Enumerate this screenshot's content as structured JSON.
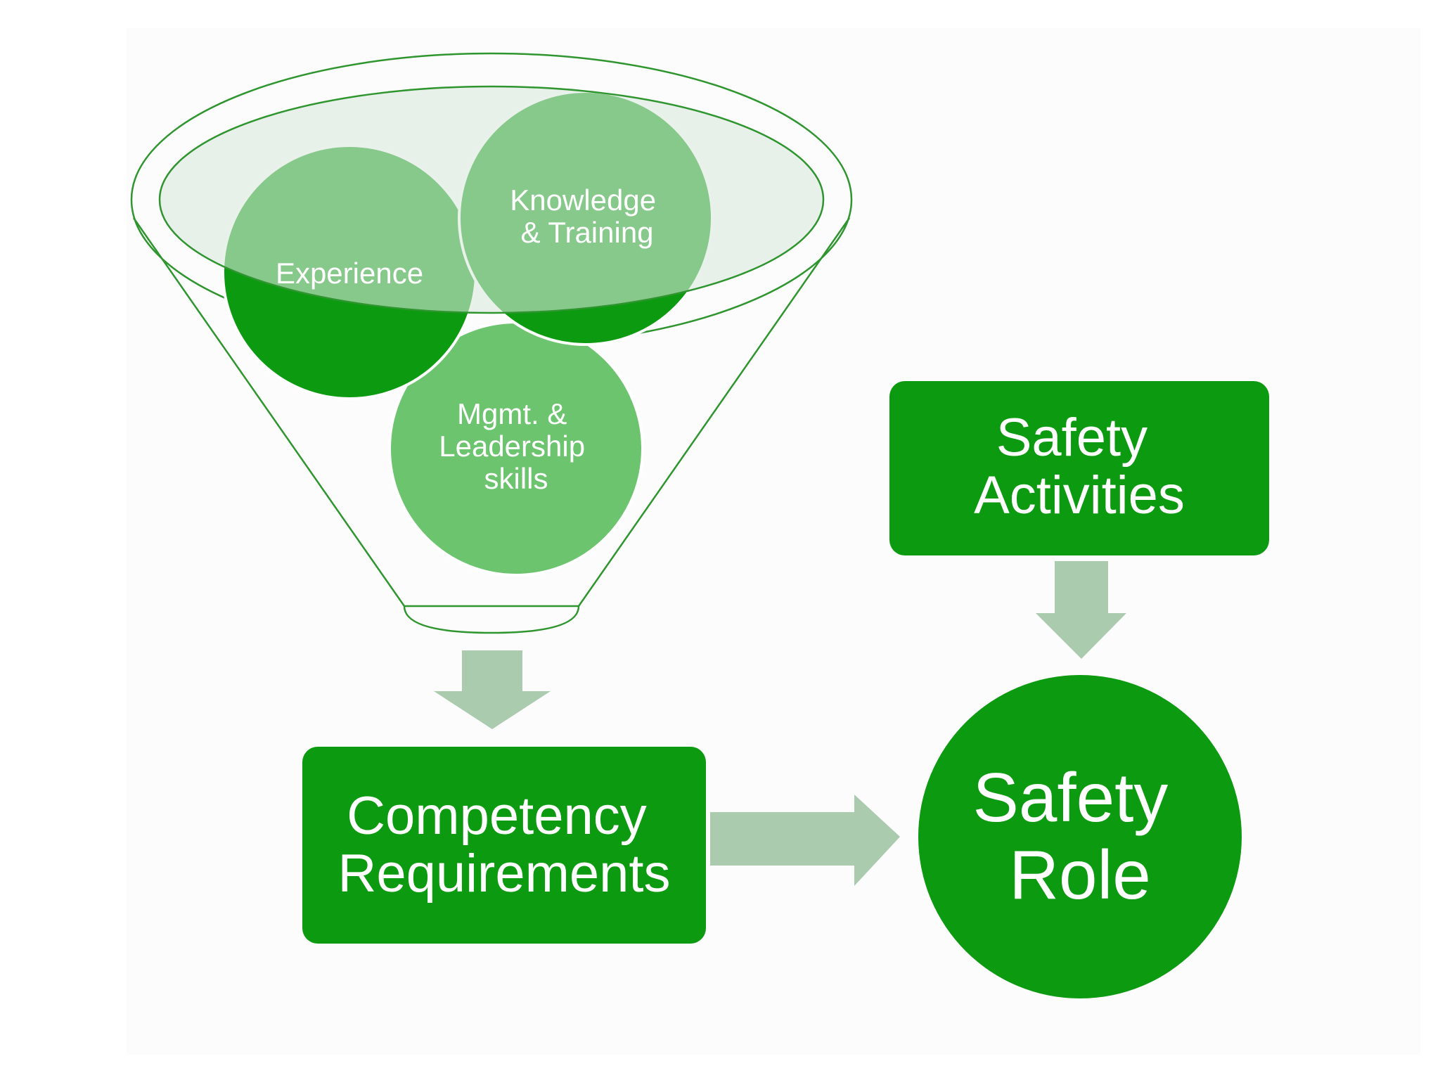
{
  "diagram": {
    "funnel_inputs": [
      {
        "id": "experience",
        "label": [
          "Experience"
        ]
      },
      {
        "id": "knowledge",
        "label": [
          "Knowledge",
          "& Training"
        ]
      },
      {
        "id": "mgmt",
        "label": [
          "Mgmt. &",
          "Leadership",
          "skills"
        ]
      }
    ],
    "boxes": {
      "competency": {
        "label": [
          "Competency",
          "Requirements"
        ]
      },
      "activities": {
        "label": [
          "Safety",
          "Activities"
        ]
      }
    },
    "result": {
      "label": [
        "Safety",
        "Role"
      ]
    },
    "colors": {
      "dark_green": "#0c9a10",
      "light_green": "#6cc46e",
      "funnel_line": "#2e952f",
      "funnel_top_fill": "#dbe7de",
      "arrow": "#abcbae"
    }
  }
}
